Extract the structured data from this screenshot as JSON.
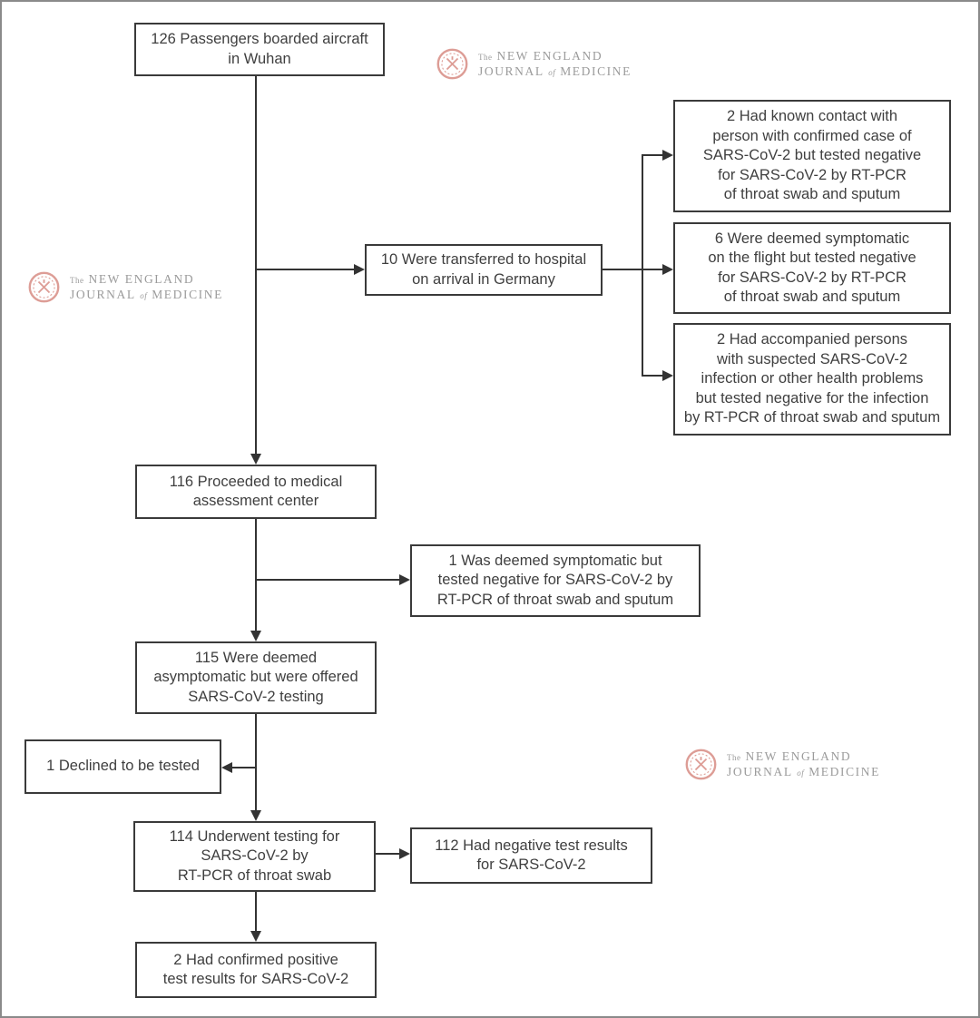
{
  "colors": {
    "background": "#ffffff",
    "frame_border": "#8a8a8a",
    "box_border": "#3a3a3a",
    "line": "#333333",
    "text": "#3f3f3f",
    "seal": "#dd9d96",
    "logo_text": "#9b9b9b"
  },
  "logo": {
    "the": "The",
    "line1": "NEW ENGLAND",
    "journal": "JOURNAL",
    "of": "of",
    "medicine": "MEDICINE"
  },
  "nodes": {
    "boarded": [
      "126 Passengers boarded aircraft",
      "in Wuhan"
    ],
    "transferred": [
      "10 Were transferred to hospital",
      "on arrival in Germany"
    ],
    "known_contact": [
      "2 Had known contact with",
      "person with confirmed case of",
      "SARS-CoV-2 but tested negative",
      "for SARS-CoV-2 by RT-PCR",
      "of throat swab and sputum"
    ],
    "symptomatic_flight": [
      "6 Were deemed symptomatic",
      "on the flight but tested negative",
      "for SARS-CoV-2 by RT-PCR",
      "of throat swab and sputum"
    ],
    "accompanied": [
      "2 Had accompanied persons",
      "with suspected SARS-CoV-2",
      "infection or other health problems",
      "but tested negative for the infection",
      "by RT-PCR of throat swab and sputum"
    ],
    "medical_center": [
      "116 Proceeded to medical",
      "assessment center"
    ],
    "deemed_symptomatic": [
      "1 Was deemed symptomatic but",
      "tested negative for SARS-CoV-2 by",
      "RT-PCR of throat swab and sputum"
    ],
    "asymptomatic": [
      "115 Were deemed",
      "asymptomatic but were offered",
      "SARS-CoV-2 testing"
    ],
    "declined": [
      "1 Declined to be tested"
    ],
    "underwent": [
      "114 Underwent testing for",
      "SARS-CoV-2 by",
      "RT-PCR of throat swab"
    ],
    "negative_results": [
      "112 Had negative test results",
      "for SARS-CoV-2"
    ],
    "positive_results": [
      "2 Had confirmed positive",
      "test results for SARS-CoV-2"
    ]
  }
}
